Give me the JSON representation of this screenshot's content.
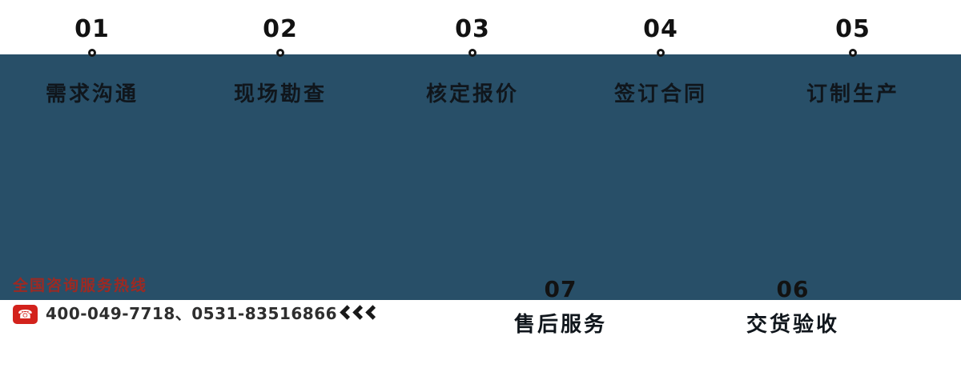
{
  "colors": {
    "band_background": "#284f68",
    "step_text": "#10161c",
    "hotline_label_color": "#9c2a23",
    "phone_icon_background": "#d3221c",
    "phone_numbers_color": "#2e2e2e",
    "arrow_color": "#191919"
  },
  "steps_top": [
    {
      "number": "01",
      "label": "需求沟通"
    },
    {
      "number": "02",
      "label": "现场勘查"
    },
    {
      "number": "03",
      "label": "核定报价"
    },
    {
      "number": "04",
      "label": "签订合同"
    },
    {
      "number": "05",
      "label": "订制生产"
    }
  ],
  "steps_bottom": [
    {
      "number": "07",
      "label": "售后服务"
    },
    {
      "number": "06",
      "label": "交货验收"
    }
  ],
  "hotline": {
    "label": "全国咨询服务热线",
    "numbers": "400-049-7718、0531-83516866",
    "phone_glyph": "☎"
  },
  "icons": {
    "arrows_icon": "triple-left-chevron"
  }
}
